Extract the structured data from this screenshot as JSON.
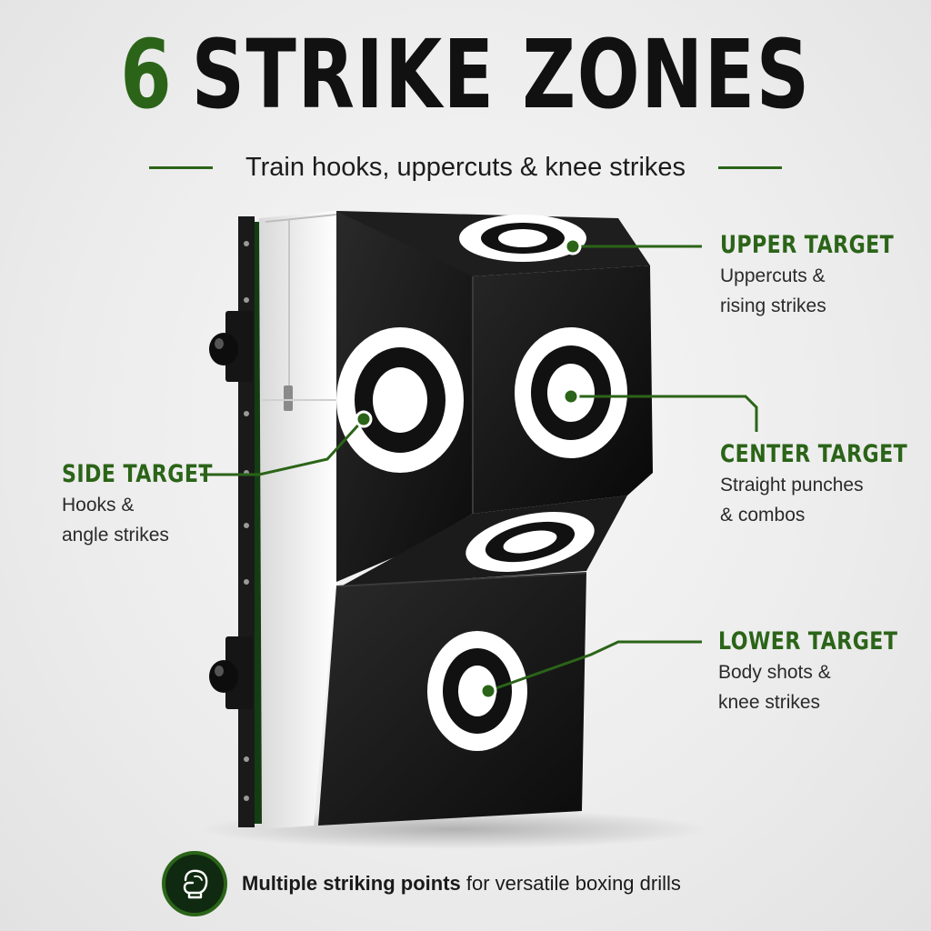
{
  "headline": {
    "number": "6",
    "words": "STRIKE ZONES"
  },
  "subtitle": "Train hooks, uppercuts & knee strikes",
  "targets": [
    {
      "title": "UPPER TARGET",
      "desc1": "Uppercuts &",
      "desc2": "rising strikes"
    },
    {
      "title": "CENTER TARGET",
      "desc1": "Straight punches",
      "desc2": "& combos"
    },
    {
      "title": "SIDE TARGET",
      "desc1": "Hooks &",
      "desc2": "angle strikes"
    },
    {
      "title": "LOWER TARGET",
      "desc1": "Body shots &",
      "desc2": "knee strikes"
    }
  ],
  "footer": {
    "bold": "Multiple striking points",
    "rest": " for versatile boxing drills",
    "icon": "boxing-glove-icon"
  },
  "colors": {
    "accent": "#2b6418",
    "bag": "#111111",
    "ring": "#ffffff",
    "text": "#1c1c1c"
  }
}
